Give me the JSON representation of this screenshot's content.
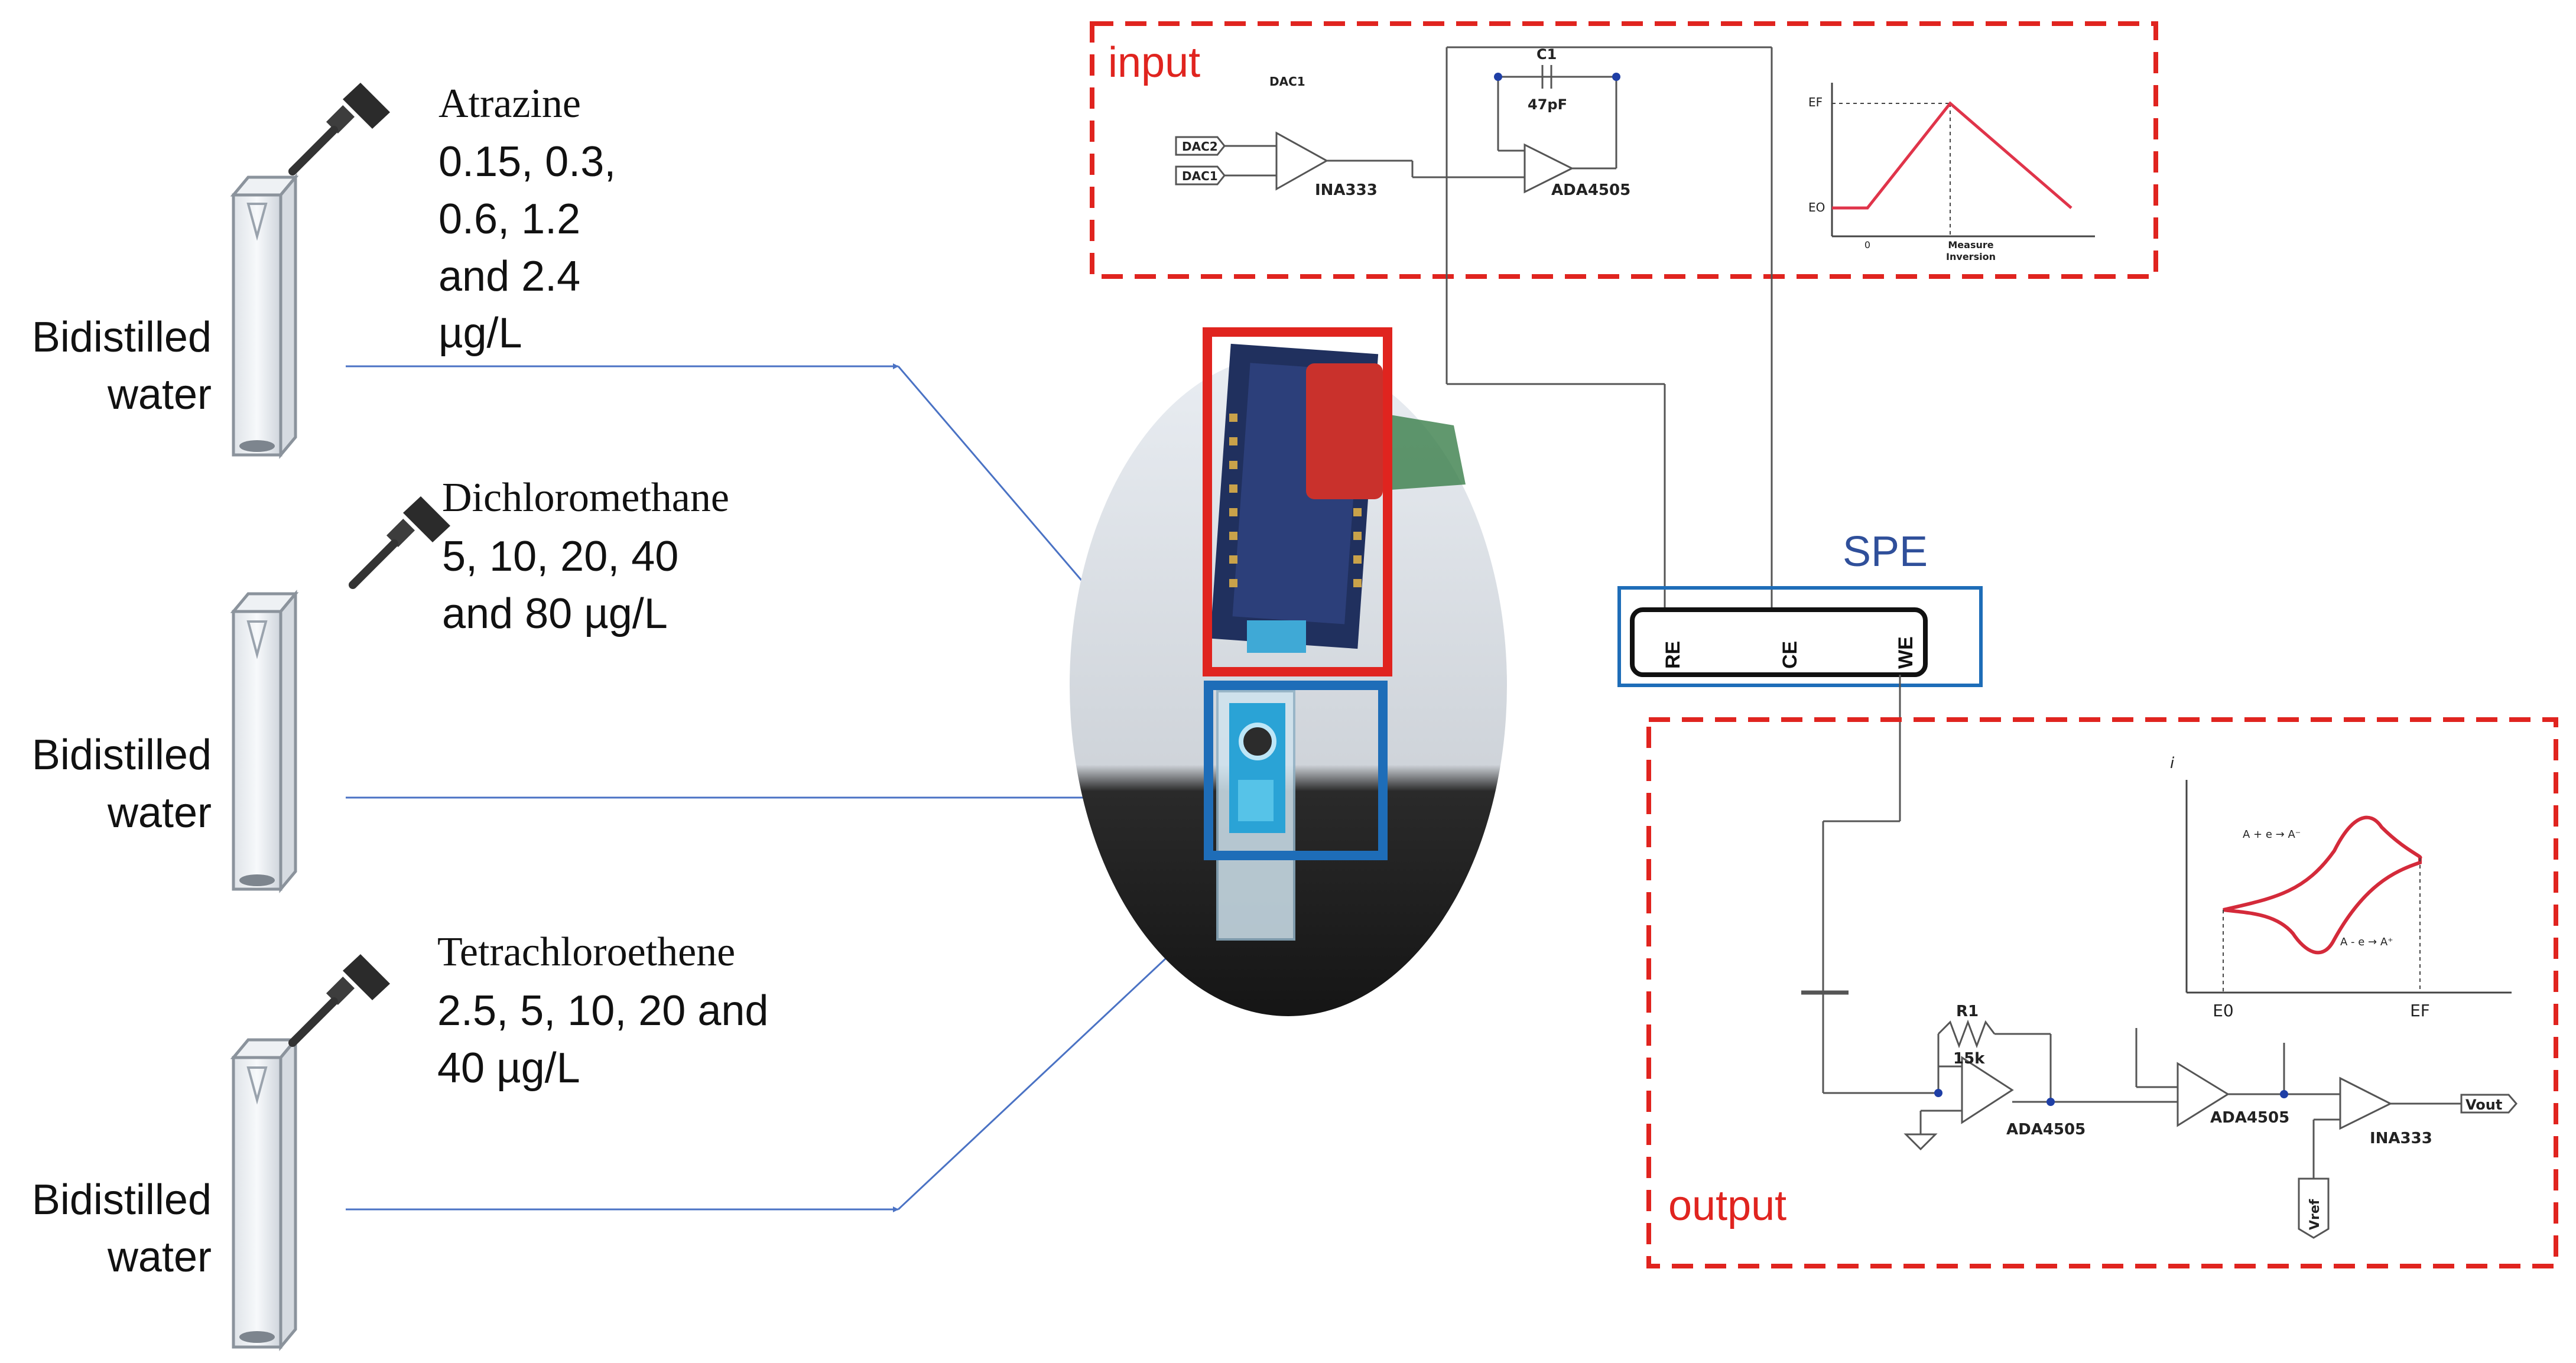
{
  "samples": [
    {
      "solvent_label": [
        "Bidistilled",
        "water"
      ],
      "compound": "Atrazine",
      "concentration_lines": [
        "0.15, 0.3,",
        "0.6, 1.2",
        "and 2.4",
        "µg/L"
      ]
    },
    {
      "solvent_label": [
        "Bidistilled",
        "water"
      ],
      "compound": "Dichloromethane",
      "concentration_lines": [
        "5, 10, 20, 40",
        "and 80 µg/L"
      ]
    },
    {
      "solvent_label": [
        "Bidistilled",
        "water"
      ],
      "compound": "Tetrachloroethene",
      "concentration_lines": [
        "2.5, 5, 10, 20 and",
        "40 µg/L"
      ]
    }
  ],
  "input_block": {
    "title": "input",
    "dac_label": "DAC1",
    "pins": [
      "DAC2",
      "DAC1"
    ],
    "amp1": "INA333",
    "amp2": "ADA4505",
    "capacitor_name": "C1",
    "capacitor_value": "47pF",
    "waveform": {
      "y_labels": [
        "EF",
        "EO"
      ],
      "x_labels": [
        "0",
        "Measure",
        "Inversion"
      ]
    }
  },
  "spe": {
    "title": "SPE",
    "electrodes": [
      "RE",
      "CE",
      "WE"
    ]
  },
  "output_block": {
    "title": "output",
    "resistor_name": "R1",
    "resistor_value": "15k",
    "amps": [
      "ADA4505",
      "ADA4505",
      "INA333"
    ],
    "vout": "Vout",
    "vref": "Vref",
    "voltammogram": {
      "y_axis": "i",
      "reduction": "A + e → A⁻",
      "oxidation": "A - e → A⁺",
      "x_labels": [
        "E0",
        "EF"
      ]
    }
  },
  "colors": {
    "red": "#e0241f",
    "blue": "#1e6db8",
    "spe_text": "#2f4f9a",
    "arrow": "#4a72c4",
    "wire": "#555555"
  }
}
